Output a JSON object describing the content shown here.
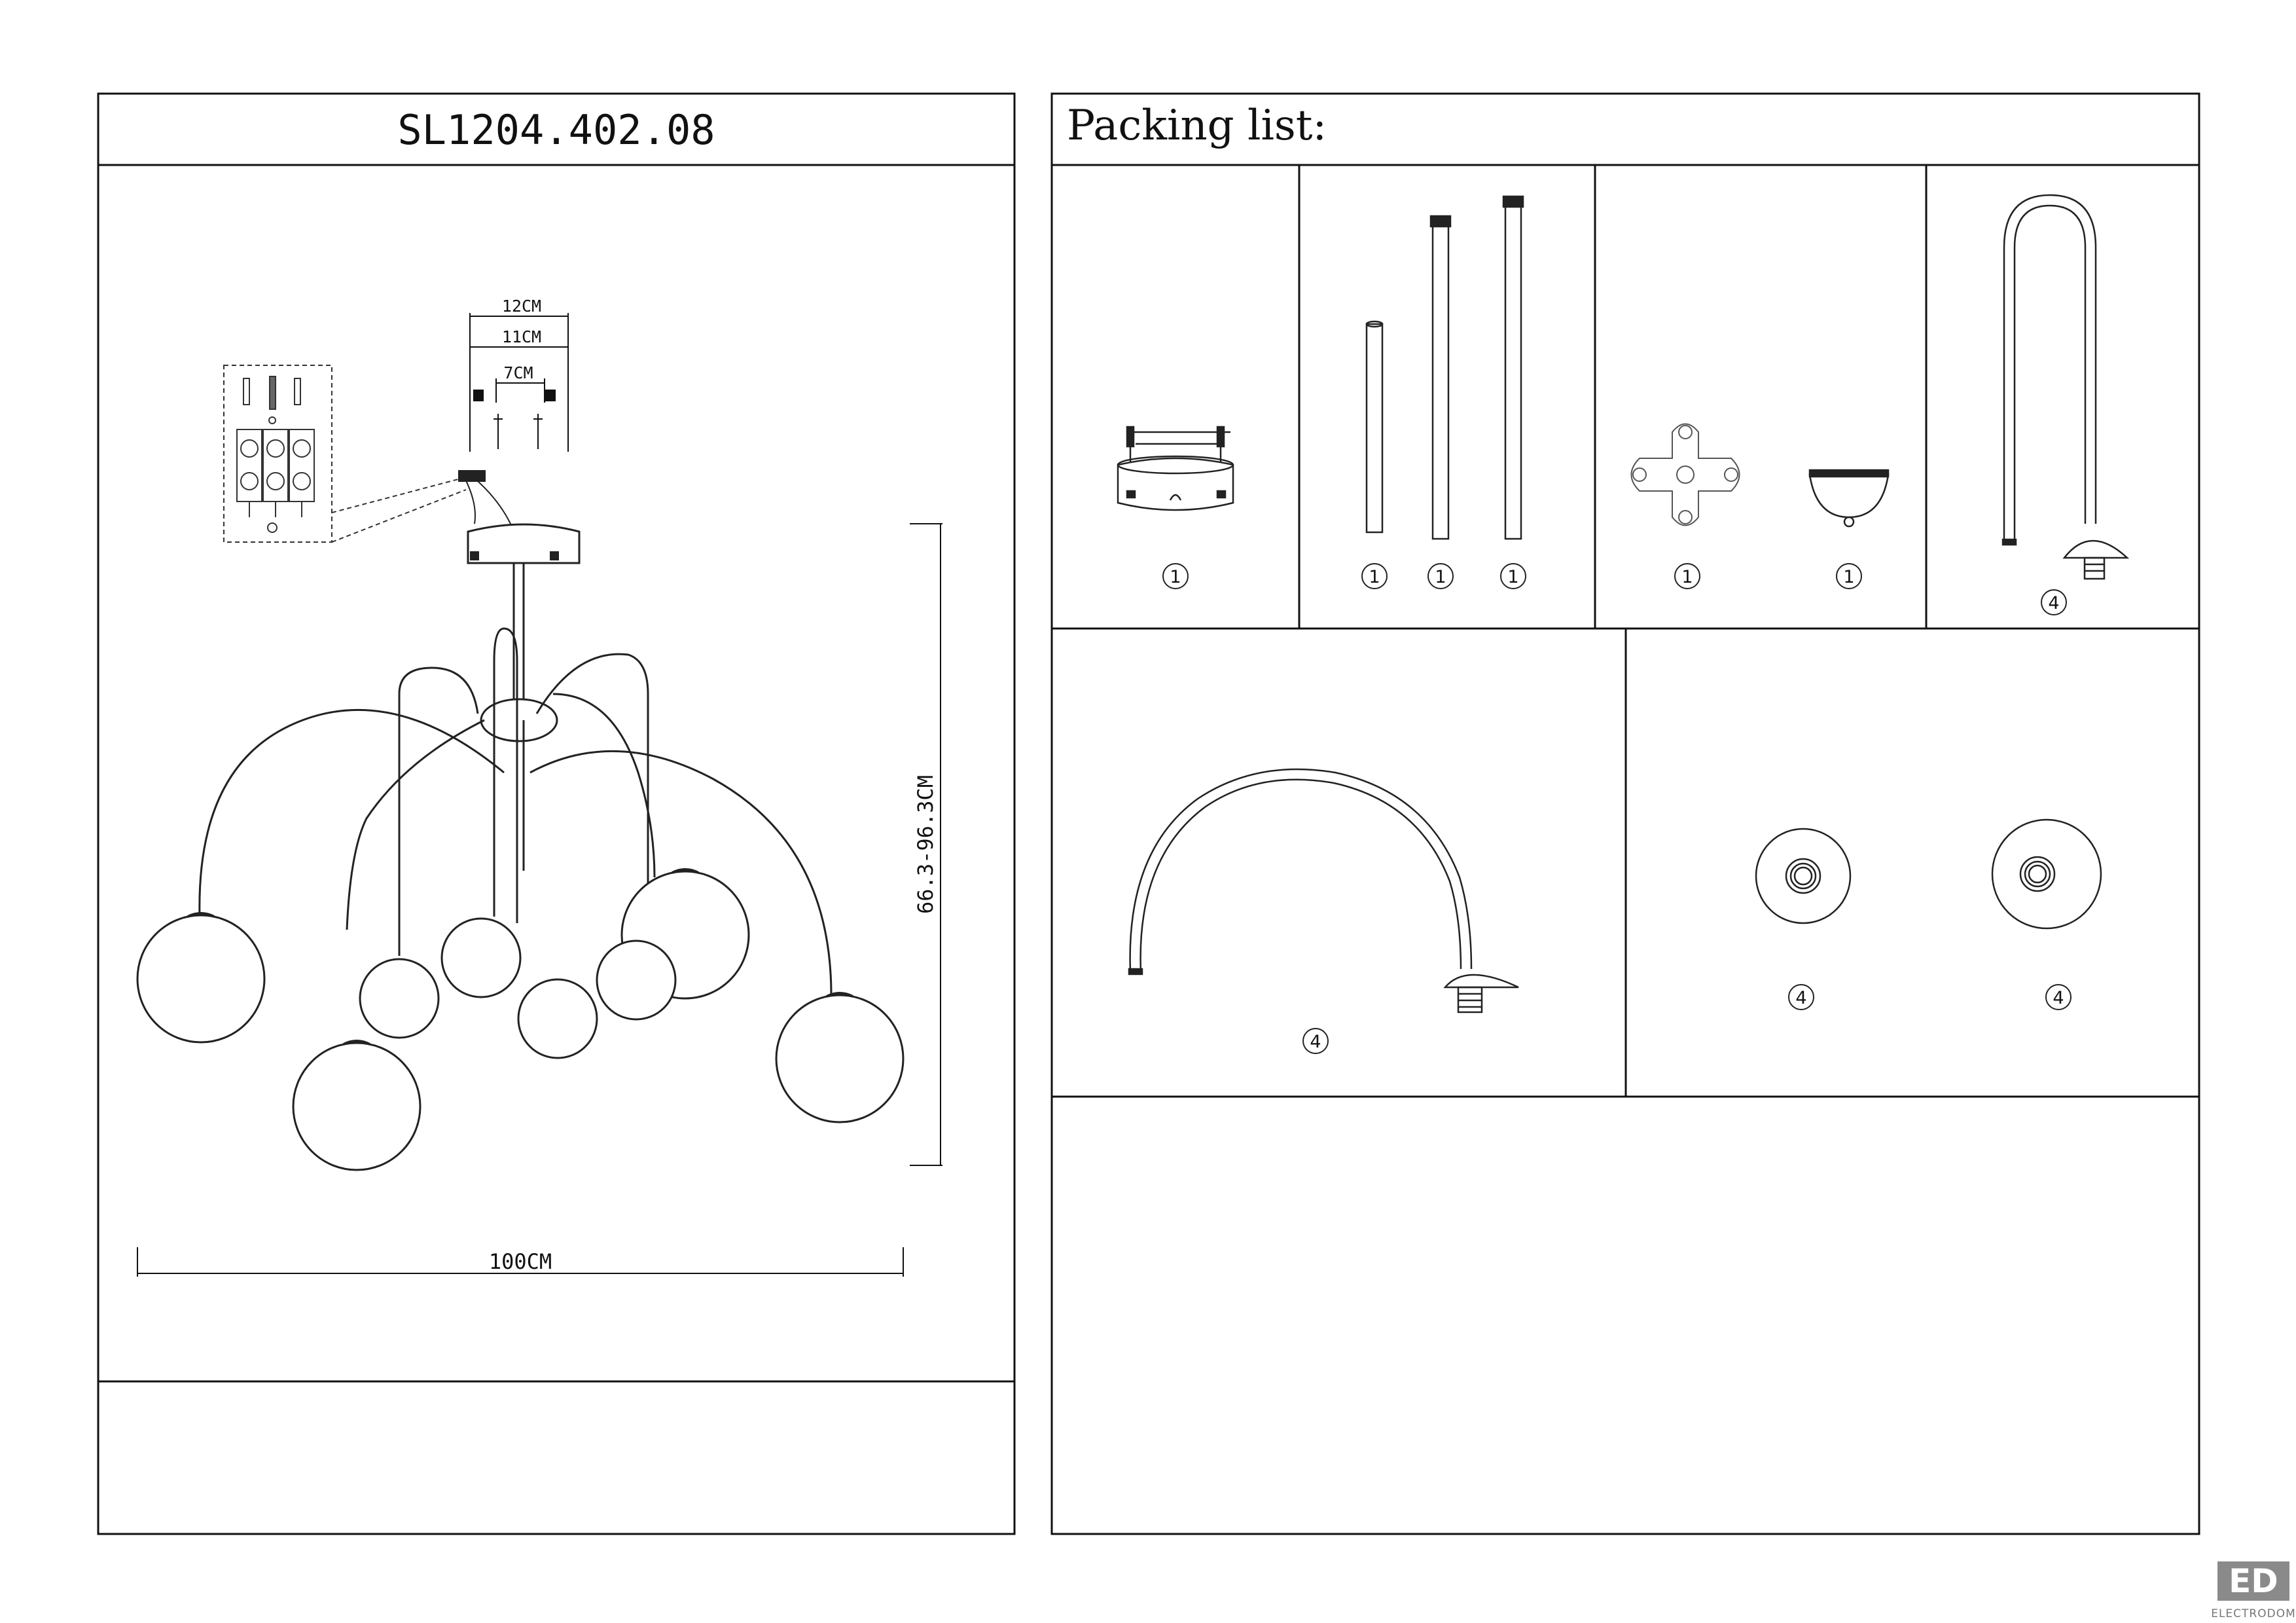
{
  "spec_sheet": {
    "model_code": "SL1204.402.08",
    "width_label": "100CM",
    "height_label": "66.3-96.3CM",
    "canopy": {
      "outer_label": "12CM",
      "middle_label": "11CM",
      "inner_label": "7CM"
    }
  },
  "packing_list": {
    "title": "Packing list:",
    "quantities": {
      "canopy": "1",
      "rod_short": "1",
      "rod_medium": "1",
      "rod_long": "1",
      "cross_bracket": "1",
      "center_cap": "1",
      "u_arm": "4",
      "arc_arm": "4",
      "socket_cup_a": "4",
      "socket_cup_b": "4"
    }
  },
  "logo": {
    "mark": "ED",
    "text": "ELECTRODOM"
  }
}
